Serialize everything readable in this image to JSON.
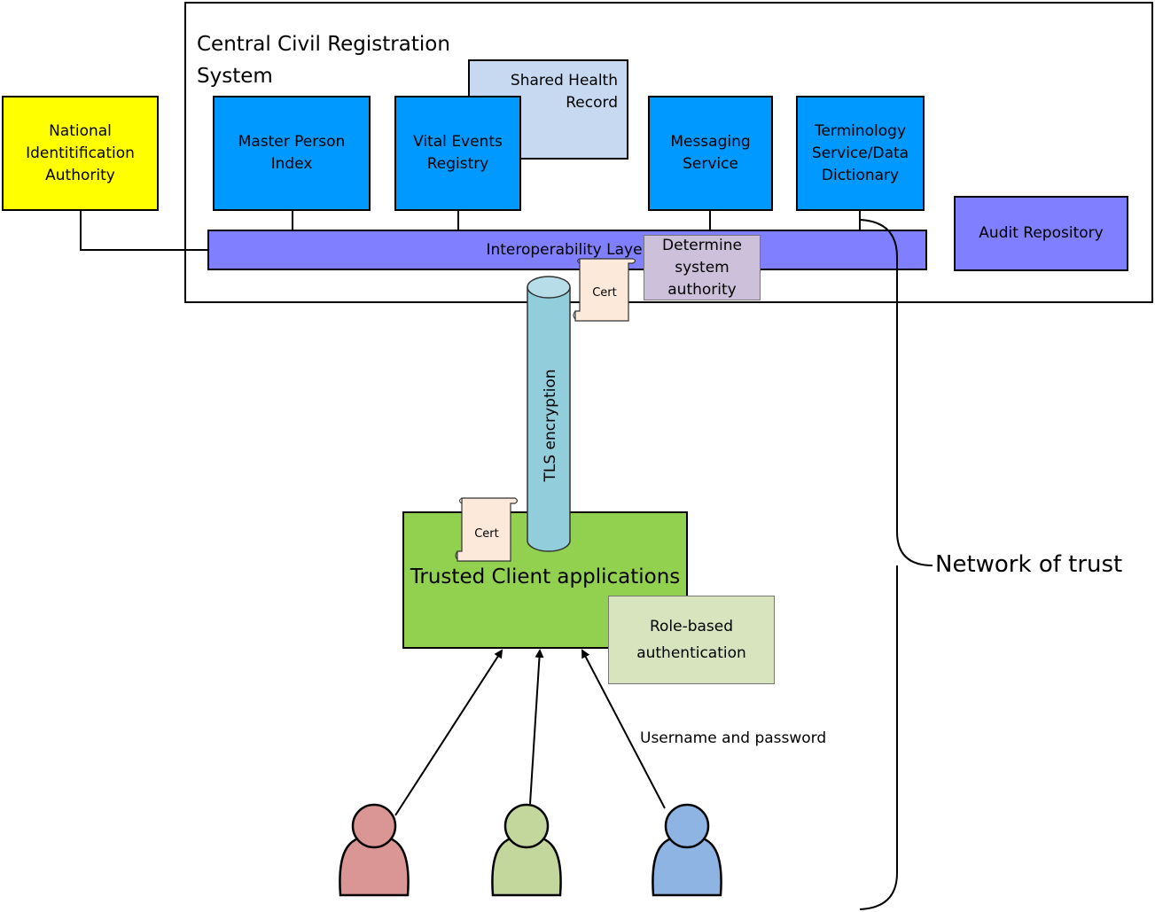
{
  "system": {
    "title": "Central Civil Registration\nSystem",
    "interoperability_layer": "Interoperability Layer",
    "components": {
      "master_person_index": "Master Person\nIndex",
      "vital_events_registry": "Vital Events\nRegistry",
      "shared_health_record": "Shared Health\nRecord",
      "messaging_service": "Messaging\nService",
      "terminology_service": "Terminology\nService/Data\nDictionary"
    },
    "determine_authority": "Determine\nsystem\nauthority"
  },
  "external": {
    "national_id": "National\nIdentitification\nAuthority",
    "audit_repository": "Audit Repository"
  },
  "client": {
    "title": "Trusted Client applications",
    "role_auth": "Role-based\nauthentication",
    "credentials_label": "Username and password"
  },
  "security": {
    "tls_label": "TLS encryption",
    "cert_top": "Cert",
    "cert_bottom": "Cert"
  },
  "network_of_trust": "Network of trust",
  "colors": {
    "component_blue": "#0099ff",
    "layer_purple": "#7f7fff",
    "national_yellow": "#ffff00",
    "client_green": "#92d050",
    "tls_cyan": "#92cddc",
    "cert_peach": "#fde9d9",
    "user_red": "#d99694",
    "user_green": "#c3d69b",
    "user_blue": "#8eb4e3"
  }
}
